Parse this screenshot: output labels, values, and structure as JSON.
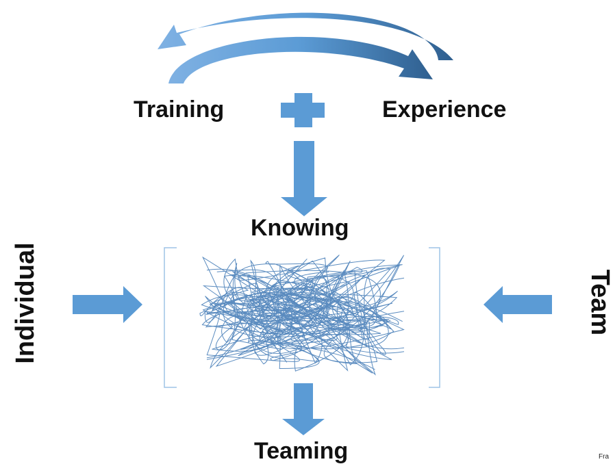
{
  "colors": {
    "arrow_fill": "#5b9bd5",
    "arrow_dark": "#41719c",
    "scribble": "#5a8bbf",
    "bracket": "#9dc3e6",
    "text": "#111111"
  },
  "labels": {
    "training": "Training",
    "experience": "Experience",
    "knowing": "Knowing",
    "teaming": "Teaming",
    "individual": "Individual",
    "team": "Team",
    "corner": "Fra"
  },
  "icons": {
    "plus": "plus-icon",
    "cycle": "cycle-arrows",
    "down_arrow": "down-arrow",
    "right_arrow": "right-arrow",
    "left_arrow": "left-arrow"
  }
}
